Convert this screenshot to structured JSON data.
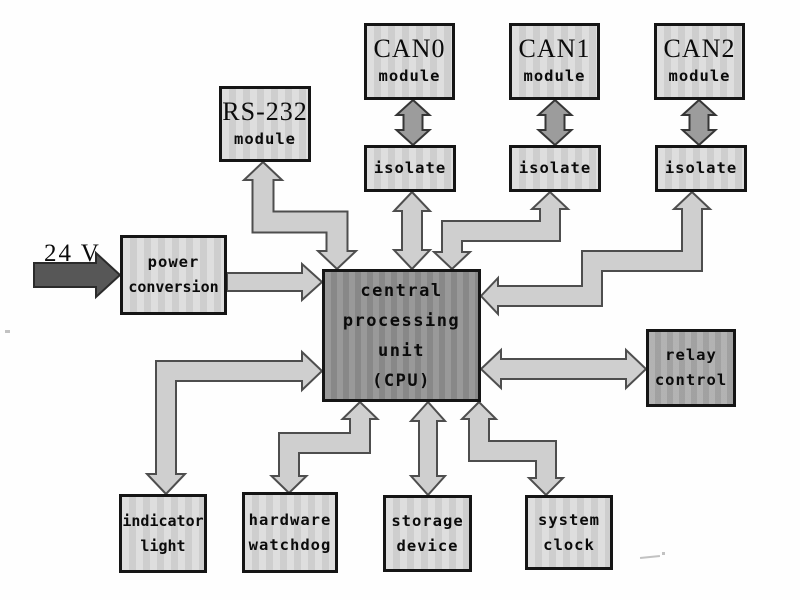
{
  "diagram": {
    "type": "block-diagram",
    "subject": "embedded controller hardware architecture centered on a CPU"
  },
  "power_input": {
    "label": "24 V"
  },
  "nodes": {
    "can0": {
      "title": "CAN0",
      "subtitle": "module"
    },
    "can1": {
      "title": "CAN1",
      "subtitle": "module"
    },
    "can2": {
      "title": "CAN2",
      "subtitle": "module"
    },
    "isolate0": {
      "label": "isolate"
    },
    "isolate1": {
      "label": "isolate"
    },
    "isolate2": {
      "label": "isolate"
    },
    "rs232": {
      "title": "RS-232",
      "subtitle": "module"
    },
    "power": {
      "line1": "power",
      "line2": "conversion"
    },
    "cpu": {
      "line1": "central",
      "line2": "processing",
      "line3": "unit",
      "line4": "(CPU)"
    },
    "relay": {
      "line1": "relay",
      "line2": "control"
    },
    "indicator": {
      "line1": "indicator",
      "line2": "light"
    },
    "watchdog": {
      "line1": "hardware",
      "line2": "watchdog"
    },
    "storage": {
      "line1": "storage",
      "line2": "device"
    },
    "clock": {
      "line1": "system",
      "line2": "clock"
    }
  },
  "connections": [
    {
      "from": "24 V supply",
      "to": "power conversion",
      "direction": "unidirectional"
    },
    {
      "from": "power conversion",
      "to": "CPU",
      "direction": "unidirectional"
    },
    {
      "from": "RS-232 module",
      "to": "CPU",
      "direction": "bidirectional"
    },
    {
      "from": "CAN0 module",
      "to": "isolate (CAN0)",
      "direction": "bidirectional"
    },
    {
      "from": "CAN1 module",
      "to": "isolate (CAN1)",
      "direction": "bidirectional"
    },
    {
      "from": "CAN2 module",
      "to": "isolate (CAN2)",
      "direction": "bidirectional"
    },
    {
      "from": "isolate (CAN0)",
      "to": "CPU",
      "direction": "bidirectional"
    },
    {
      "from": "isolate (CAN1)",
      "to": "CPU",
      "direction": "bidirectional"
    },
    {
      "from": "isolate (CAN2)",
      "to": "CPU",
      "direction": "bidirectional"
    },
    {
      "from": "CPU",
      "to": "relay control",
      "direction": "bidirectional"
    },
    {
      "from": "CPU",
      "to": "indicator light",
      "direction": "bidirectional"
    },
    {
      "from": "CPU",
      "to": "hardware watchdog",
      "direction": "bidirectional"
    },
    {
      "from": "CPU",
      "to": "storage device",
      "direction": "bidirectional"
    },
    {
      "from": "CPU",
      "to": "system clock",
      "direction": "bidirectional"
    }
  ],
  "colors": {
    "background": "#fefefe",
    "box_fill": "#d9d9d9",
    "cpu_fill": "#919191",
    "relay_fill": "#aaaaaa",
    "arrow_fill": "#cfcfcf",
    "arrow_stroke": "#4e4e4e",
    "dark_arrow_fill": "#9c9c9c",
    "dark_arrow_stroke": "#363636",
    "power_arrow_fill": "#575757",
    "power_arrow_stroke": "#2b2b2b",
    "border": "#151515",
    "text": "#0b0b0b"
  }
}
